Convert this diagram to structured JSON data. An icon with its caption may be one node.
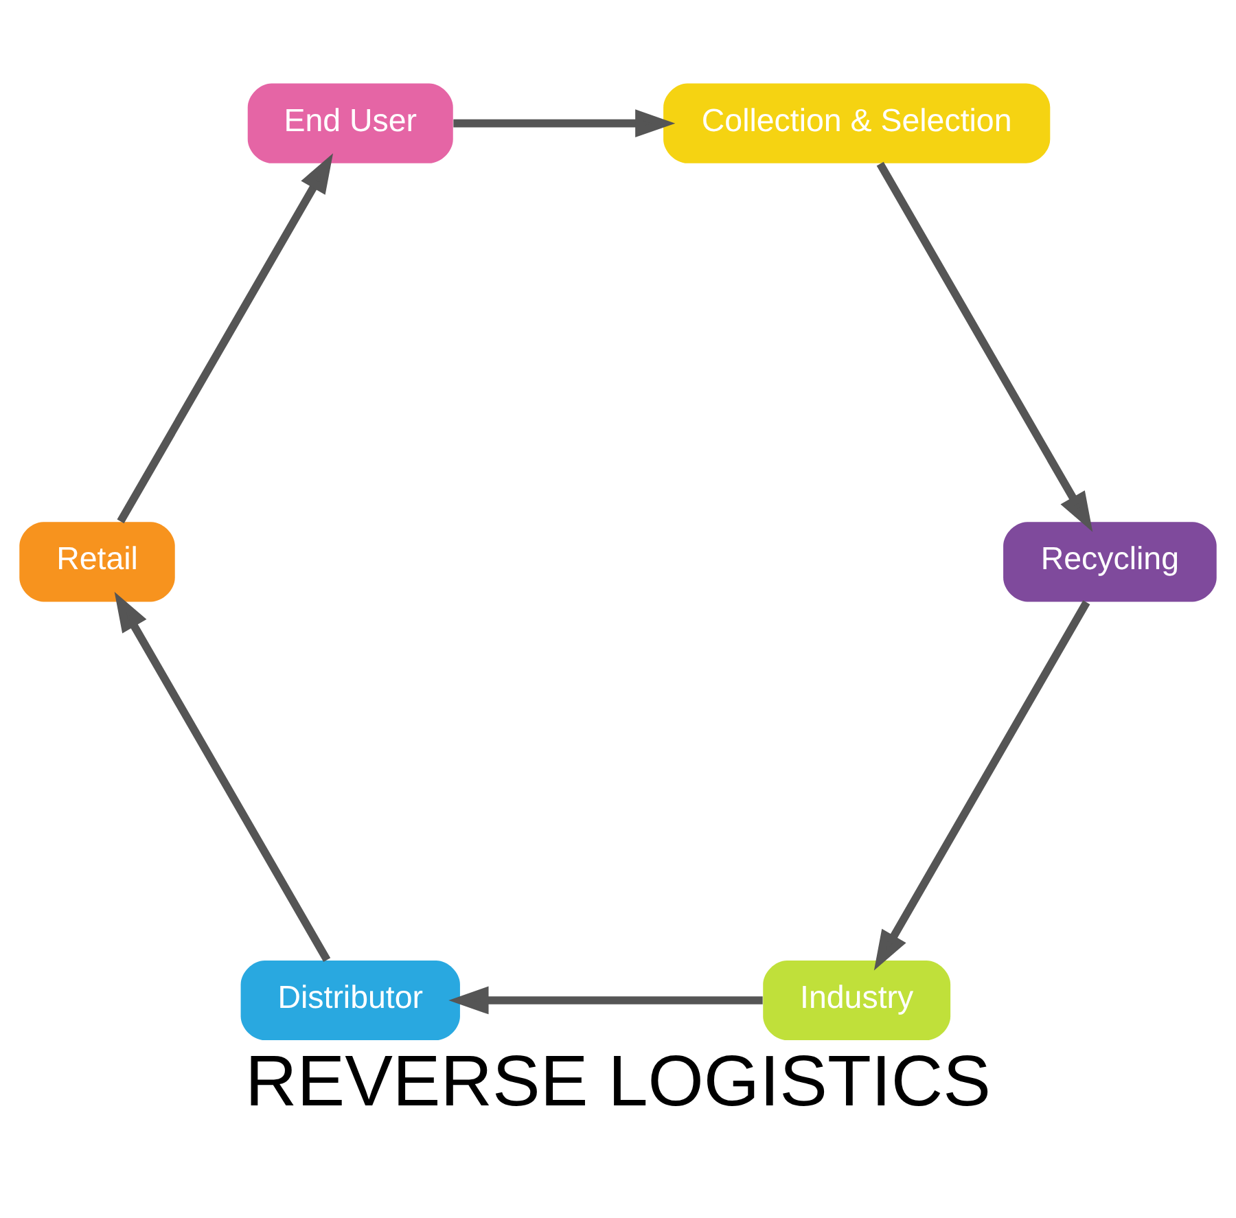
{
  "diagram": {
    "title": "REVERSE LOGISTICS",
    "nodes": [
      {
        "text": [
          "Industry"
        ]
      },
      {
        "text": [
          "Distributor"
        ]
      },
      {
        "text": [
          "Retail"
        ]
      },
      {
        "text": [
          "End User"
        ]
      },
      {
        "text": [
          "Collection & Selection"
        ]
      },
      {
        "text": [
          "Recycling"
        ]
      }
    ],
    "edges": [
      {
        "from": 0,
        "to": 1,
        "arrow": "to"
      },
      {
        "from": 1,
        "to": 2,
        "arrow": "to"
      },
      {
        "from": 2,
        "to": 3,
        "arrow": "to"
      },
      {
        "from": 3,
        "to": 4,
        "arrow": "to"
      },
      {
        "from": 4,
        "to": 5,
        "arrow": "to"
      },
      {
        "from": 5,
        "to": 0,
        "arrow": "to"
      }
    ]
  }
}
